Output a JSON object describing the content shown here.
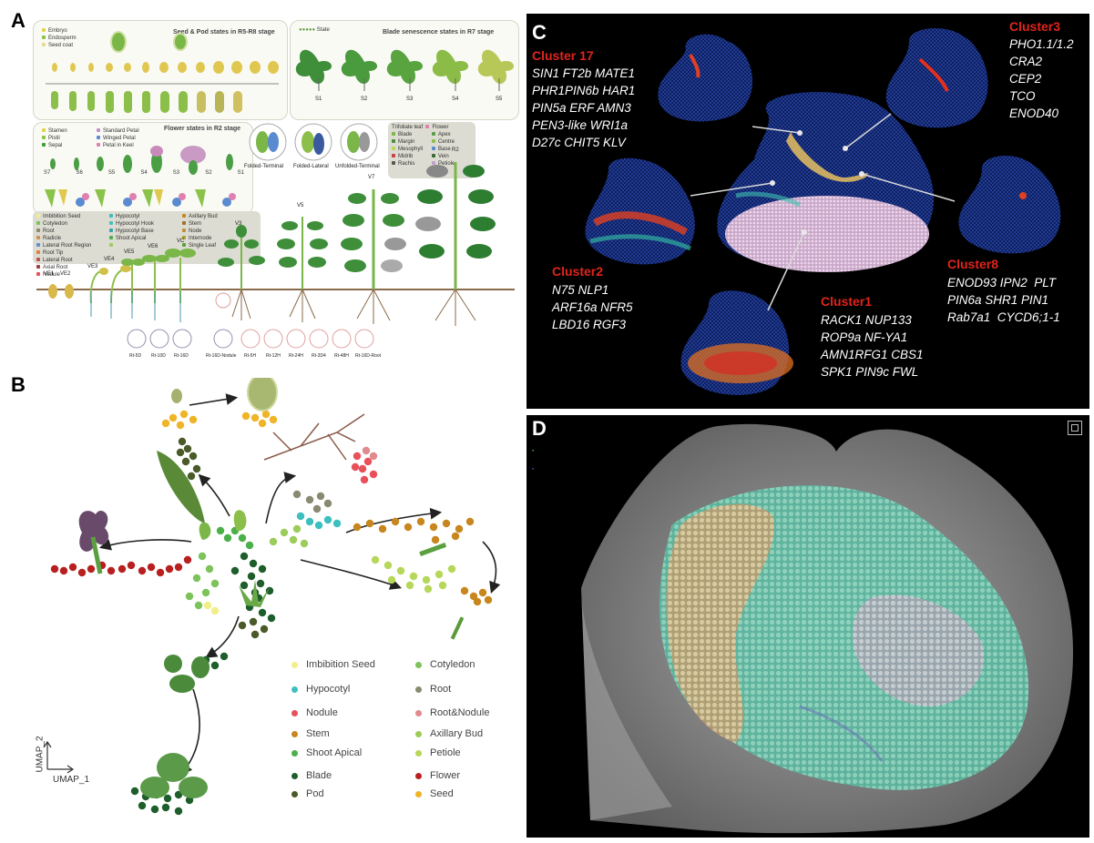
{
  "panel_letters": {
    "a": "A",
    "b": "B",
    "c": "C",
    "d": "D"
  },
  "panel_a": {
    "seed_pod_title": "Seed & Pod states in R5-R8 stage",
    "seed_legend": [
      "Embryo",
      "Endosperm",
      "Seed coat"
    ],
    "blade_title": "Blade senescence states in R7 stage",
    "blade_legend": "State",
    "blade_stages": [
      "S1",
      "S2",
      "S3",
      "S4",
      "S5"
    ],
    "flower_title": "Flower states in R2 stage",
    "flower_legend": [
      "Stamen",
      "Standard Petal",
      "Pistil",
      "Winged Petal",
      "Sepal",
      "Petal in Keel"
    ],
    "flower_stages": [
      "S7",
      "S6",
      "S5",
      "S4",
      "S3",
      "S2",
      "S1"
    ],
    "trifoliate_labels": [
      "Folded-Terminal",
      "Folded-Lateral",
      "Unfolded-Terminal"
    ],
    "trifoliate_legend_title": "Trifoliate leaf",
    "flower_legend_title": "Flower",
    "trifoliate_legend": [
      "Blade",
      "Apex",
      "Margin",
      "Centre",
      "Mesophyll",
      "Base",
      "Midrib",
      "Vein",
      "Rachis",
      "Petiole"
    ],
    "tissue_legend": [
      "Imbibition Seed",
      "Cotyledon",
      "Root",
      "Radicle",
      "Lateral Root Region",
      "Root Tip",
      "Lateral Root",
      "Axial Root",
      "Nodule",
      "Hypocotyl",
      "Hypocotyl Hook",
      "Hypocotyl Base",
      "Shoot Apical",
      "Axillary Bud",
      "Stem",
      "Node",
      "Internode",
      "Single Leaf"
    ],
    "growth_stages": [
      "VE1",
      "VE2",
      "VE3",
      "VE4",
      "VE5",
      "VE6",
      "VC",
      "V3",
      "V5",
      "V7",
      "R2"
    ],
    "root_circles": [
      "Rt-5D",
      "Rt-10D",
      "Rt-16D",
      "Rt-16D-Nodule",
      "Rt-5H",
      "Rt-12H",
      "Rt-24H",
      "Rt-3D4",
      "Rt-48H",
      "Rt-16D-Root"
    ]
  },
  "panel_b": {
    "legend": [
      {
        "label": "Imbibition Seed",
        "color": "#f2ee8a"
      },
      {
        "label": "Cotyledon",
        "color": "#7cc35a"
      },
      {
        "label": "Hypocotyl",
        "color": "#3cbfc0"
      },
      {
        "label": "Root",
        "color": "#8a8a72"
      },
      {
        "label": "Nodule",
        "color": "#e8505a"
      },
      {
        "label": "Root&Nodule",
        "color": "#e08a8e"
      },
      {
        "label": "Stem",
        "color": "#c8861e"
      },
      {
        "label": "Axillary Bud",
        "color": "#9ccc5a"
      },
      {
        "label": "Shoot Apical",
        "color": "#4cb04a"
      },
      {
        "label": "Petiole",
        "color": "#b7d75a"
      },
      {
        "label": "Blade",
        "color": "#1e5e2c"
      },
      {
        "label": "Flower",
        "color": "#b82020"
      },
      {
        "label": "Pod",
        "color": "#4a5a28"
      },
      {
        "label": "Seed",
        "color": "#f0b428"
      }
    ],
    "axis_y": "UMAP_2",
    "axis_x": "UMAP_1"
  },
  "panel_c": {
    "clusters": [
      {
        "title": "Cluster 17",
        "genes": "SIN1 FT2b MATE1\nPHR1PIN6b HAR1\nPIN5a ERF AMN3\nPEN3-like WRI1a\nD27c CHIT5 KLV"
      },
      {
        "title": "Cluster3",
        "genes": "PHO1.1/1.2\nCRA2\nCEP2\nTCO\nENOD40"
      },
      {
        "title": "Cluster2",
        "genes": "N75 NLP1\nARF16a NFR5\nLBD16 RGF3"
      },
      {
        "title": "Cluster8",
        "genes": "ENOD93 IPN2  PLT\nPIN6a SHR1 PIN1\nRab7a1  CYCD6;1-1"
      },
      {
        "title": "Cluster1",
        "genes": "RACK1 NUP133\nROP9a NF-YA1\nAMN1RFG1 CBS1\nSPK1 PIN9c FWL"
      }
    ]
  }
}
